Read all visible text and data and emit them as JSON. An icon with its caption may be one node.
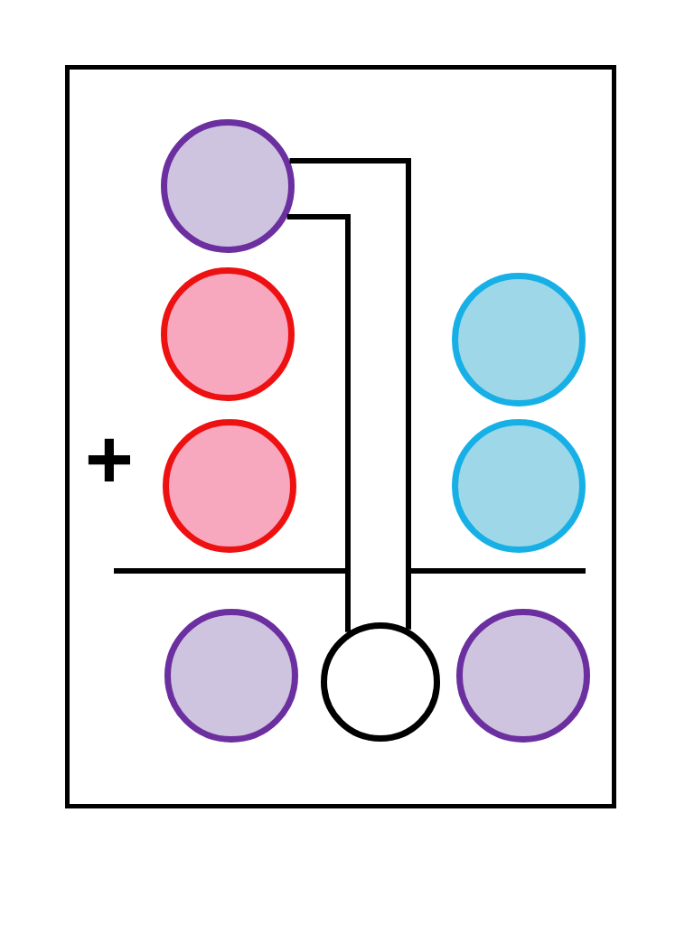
{
  "diagram": {
    "nodes": [
      {
        "text": [],
        "shape": "box"
      },
      {
        "text": [],
        "shape": "circle",
        "in": 0
      },
      {
        "text": [],
        "shape": "circle",
        "in": 0
      },
      {
        "text": [],
        "shape": "circle",
        "in": 0
      },
      {
        "text": [],
        "shape": "circle",
        "in": 0
      },
      {
        "text": [],
        "shape": "circle",
        "in": 0
      },
      {
        "text": [],
        "shape": "circle",
        "in": 0
      },
      {
        "text": [],
        "shape": "circle",
        "in": 0
      },
      {
        "text": [],
        "shape": "circle",
        "in": 0
      }
    ],
    "edges": [
      {
        "from": 1,
        "to": 7,
        "arrow": "none"
      }
    ],
    "labels": [
      "+"
    ]
  }
}
